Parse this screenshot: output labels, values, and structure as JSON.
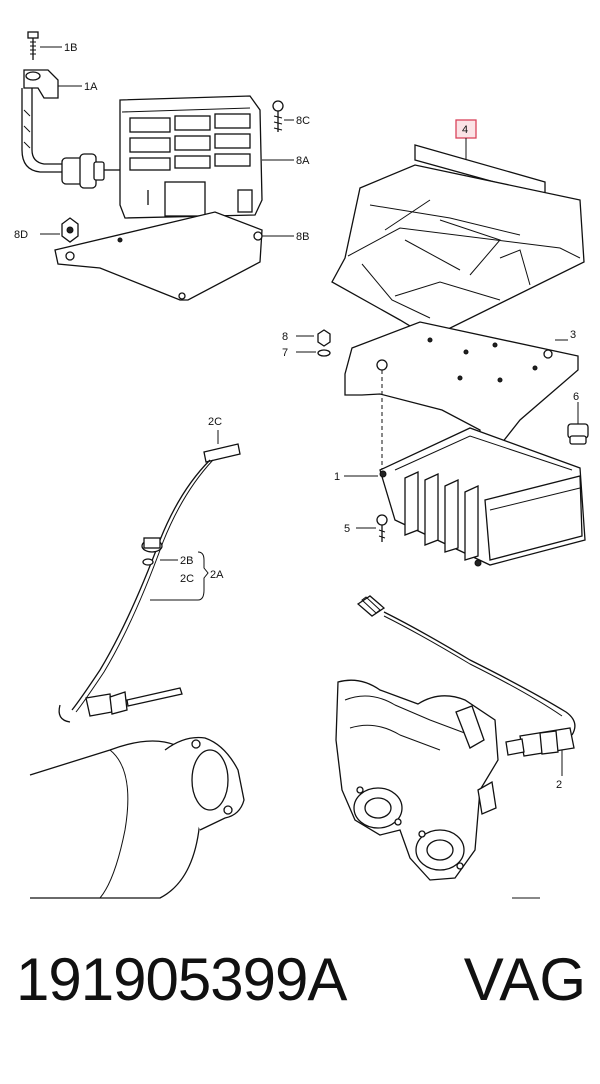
{
  "callouts": {
    "c1B": "1B",
    "c1A": "1A",
    "c8C": "8C",
    "c8A": "8A",
    "c8D": "8D",
    "c8B": "8B",
    "c4": "4",
    "c8": "8",
    "c3": "3",
    "c7": "7",
    "c6": "6",
    "c1": "1",
    "c5": "5",
    "c2C_top": "2C",
    "c2B": "2B",
    "c2C": "2C",
    "c2A": "2A",
    "c2": "2"
  },
  "highlight": {
    "item": "4",
    "color": "#d9435a"
  },
  "footer": {
    "part_number": "191905399A",
    "brand": "VAG"
  }
}
